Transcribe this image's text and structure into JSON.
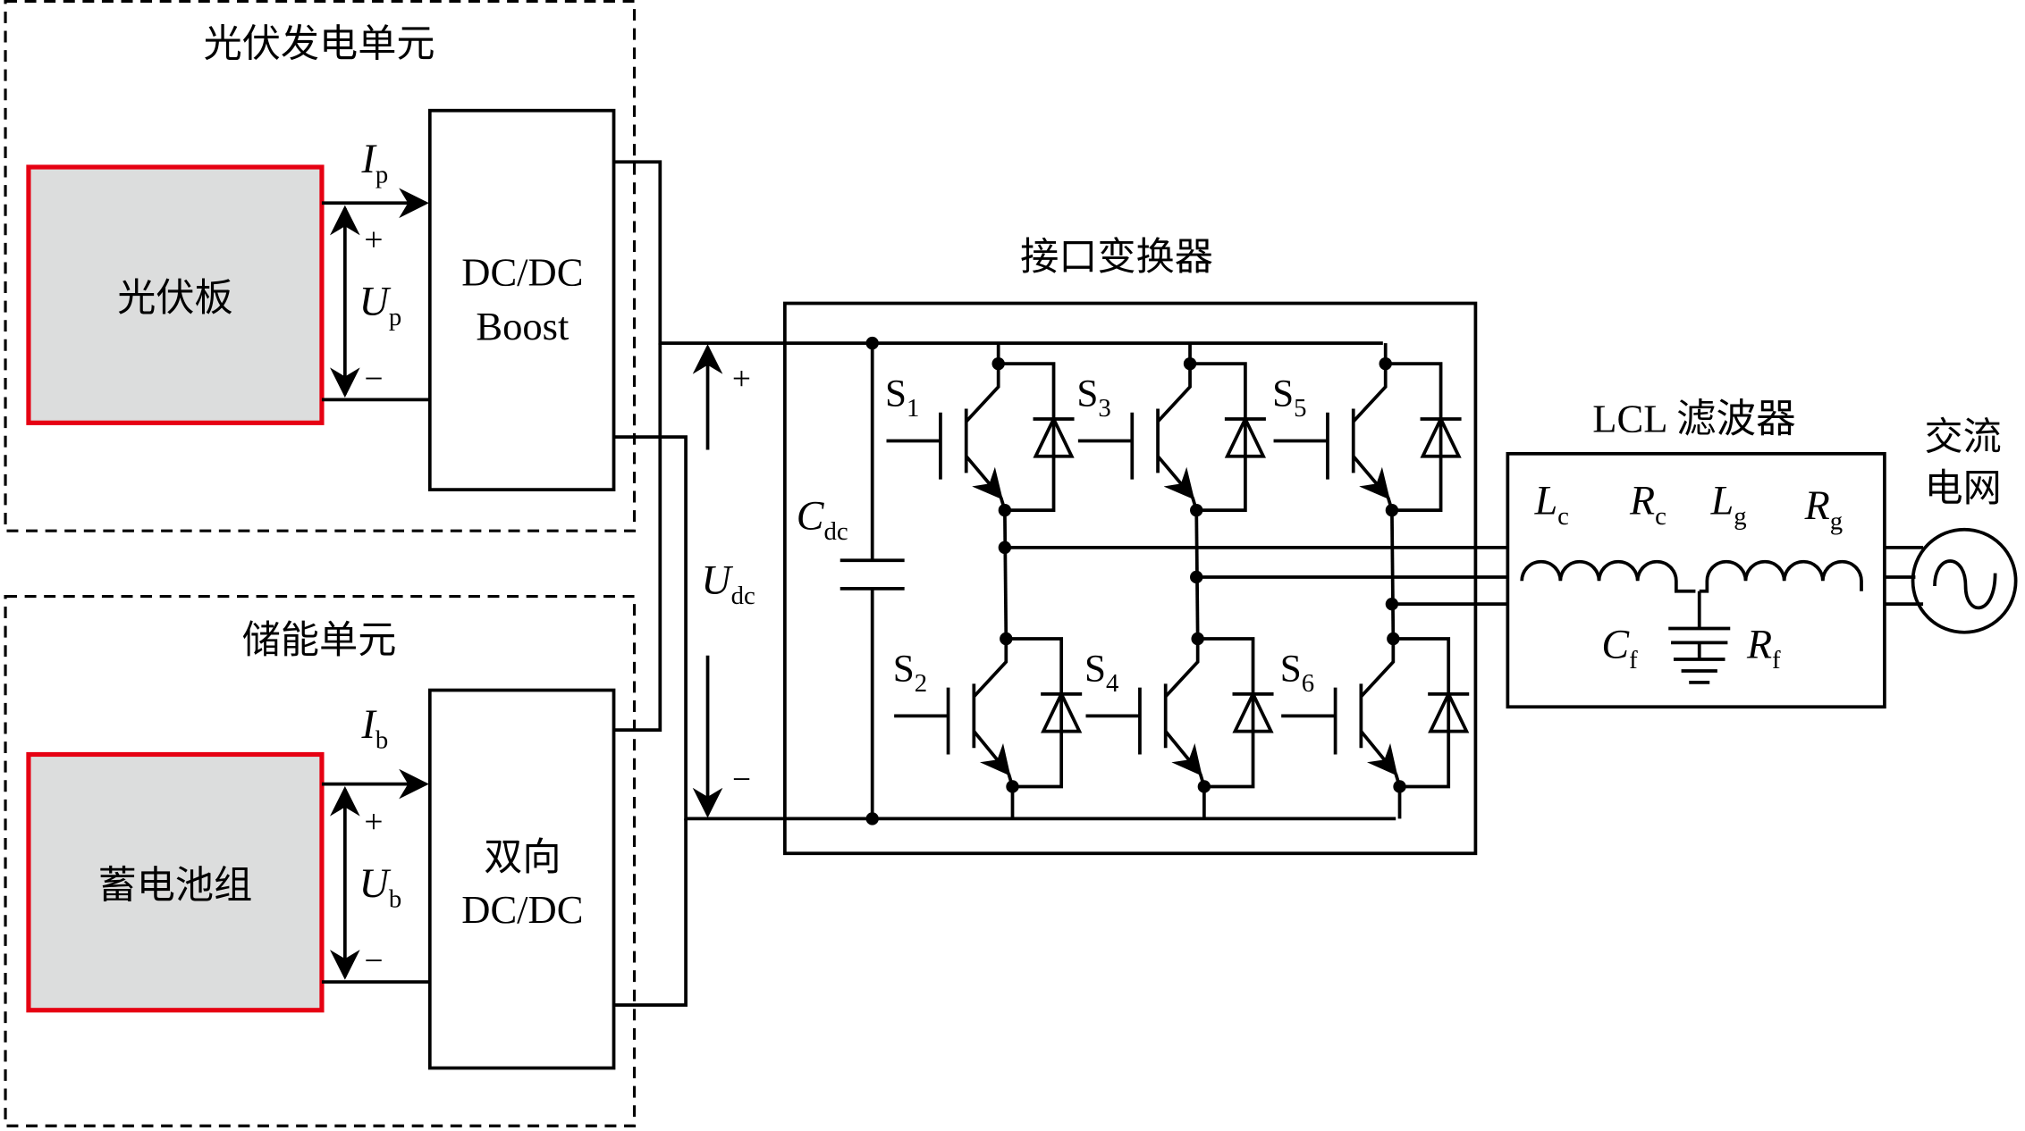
{
  "pv_unit": {
    "title": "光伏发电单元",
    "panel_label": "光伏板",
    "current_label": {
      "main": "I",
      "sub": "p"
    },
    "voltage_label": {
      "main": "U",
      "sub": "p"
    },
    "plus": "+",
    "minus": "−",
    "converter_line1": "DC/DC",
    "converter_line2": "Boost"
  },
  "storage_unit": {
    "title": "储能单元",
    "battery_label": "蓄电池组",
    "current_label": {
      "main": "I",
      "sub": "b"
    },
    "voltage_label": {
      "main": "U",
      "sub": "b"
    },
    "plus": "+",
    "minus": "−",
    "converter_line1": "双向",
    "converter_line2": "DC/DC"
  },
  "dc_bus": {
    "voltage_label": {
      "main": "U",
      "sub": "dc"
    },
    "plus": "+",
    "minus": "−"
  },
  "inverter": {
    "title": "接口变换器",
    "capacitor": {
      "main": "C",
      "sub": "dc"
    },
    "switches": [
      {
        "main": "S",
        "sub": "1"
      },
      {
        "main": "S",
        "sub": "2"
      },
      {
        "main": "S",
        "sub": "3"
      },
      {
        "main": "S",
        "sub": "4"
      },
      {
        "main": "S",
        "sub": "5"
      },
      {
        "main": "S",
        "sub": "6"
      }
    ]
  },
  "filter": {
    "title": "LCL 滤波器",
    "Lc": {
      "main": "L",
      "sub": "c"
    },
    "Rc": {
      "main": "R",
      "sub": "c"
    },
    "Lg": {
      "main": "L",
      "sub": "g"
    },
    "Rg": {
      "main": "R",
      "sub": "g"
    },
    "Cf": {
      "main": "C",
      "sub": "f"
    },
    "Rf": {
      "main": "R",
      "sub": "f"
    }
  },
  "grid": {
    "line1": "交流",
    "line2": "电网"
  },
  "colors": {
    "source_border": "#e60012",
    "source_fill": "#dcdddd"
  }
}
